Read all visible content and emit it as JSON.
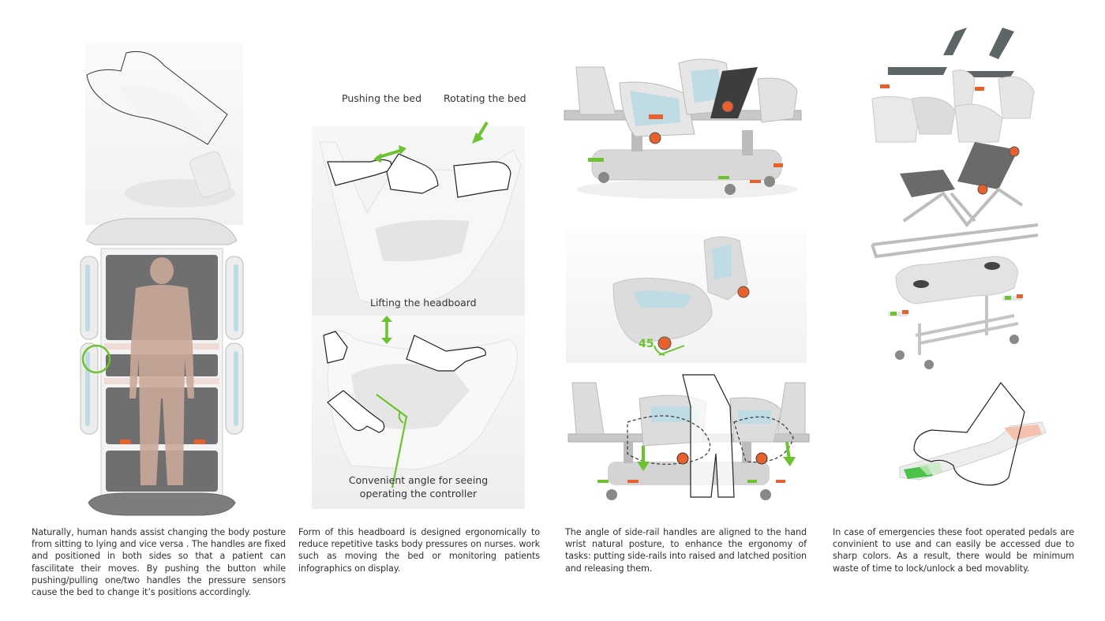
{
  "columns": [
    {
      "id": "hand-handles",
      "images": [
        {
          "name": "hand-gripping-handle-render",
          "description": "Hand gripping side handle"
        },
        {
          "name": "bed-top-view-render",
          "description": "Top view of bed with patient silhouette, handle circled"
        }
      ],
      "caption": "Naturally, human hands assist changing the body posture from sitting to lying and vice versa . The handles are fixed and positioned in both sides so that a patient can fascilitate their moves. By pushing the button while pushing/pulling one/two handles the pressure sensors cause the bed to change it’s positions accordingly."
    },
    {
      "id": "headboard",
      "labels": {
        "pushing": "Pushing the bed",
        "rotating": "Rotating the bed",
        "lifting": "Lifting the headboard",
        "angle_line1": "Convenient angle for seeing",
        "angle_line2": "operating the controller"
      },
      "caption": "Form of this headboard is designed ergonomically to reduce repetitive tasks body pressures on nurses. work such as moving the bed or monitoring patients infographics on display."
    },
    {
      "id": "side-rails",
      "labels": {
        "angle": "45"
      },
      "caption": "The angle of side-rail handles are aligned to the hand wrist natural posture, to enhance the ergonomy of tasks: putting side-rails into raised and latched position and releasing them."
    },
    {
      "id": "foot-pedals",
      "caption": "In case of emergencies these foot operated pedals are convinient to use and can easily be accessed due to sharp colors. As a result, there would be minimum waste of time to lock/unlock a bed movablity."
    }
  ],
  "colors": {
    "accent_green": "#6cc22f",
    "accent_orange": "#e8612c",
    "render_grey": "#d9d9d9",
    "mattress_grey": "#6f6f6f",
    "skin": "#c9a999",
    "glass_blue": "#bfdbe3"
  }
}
